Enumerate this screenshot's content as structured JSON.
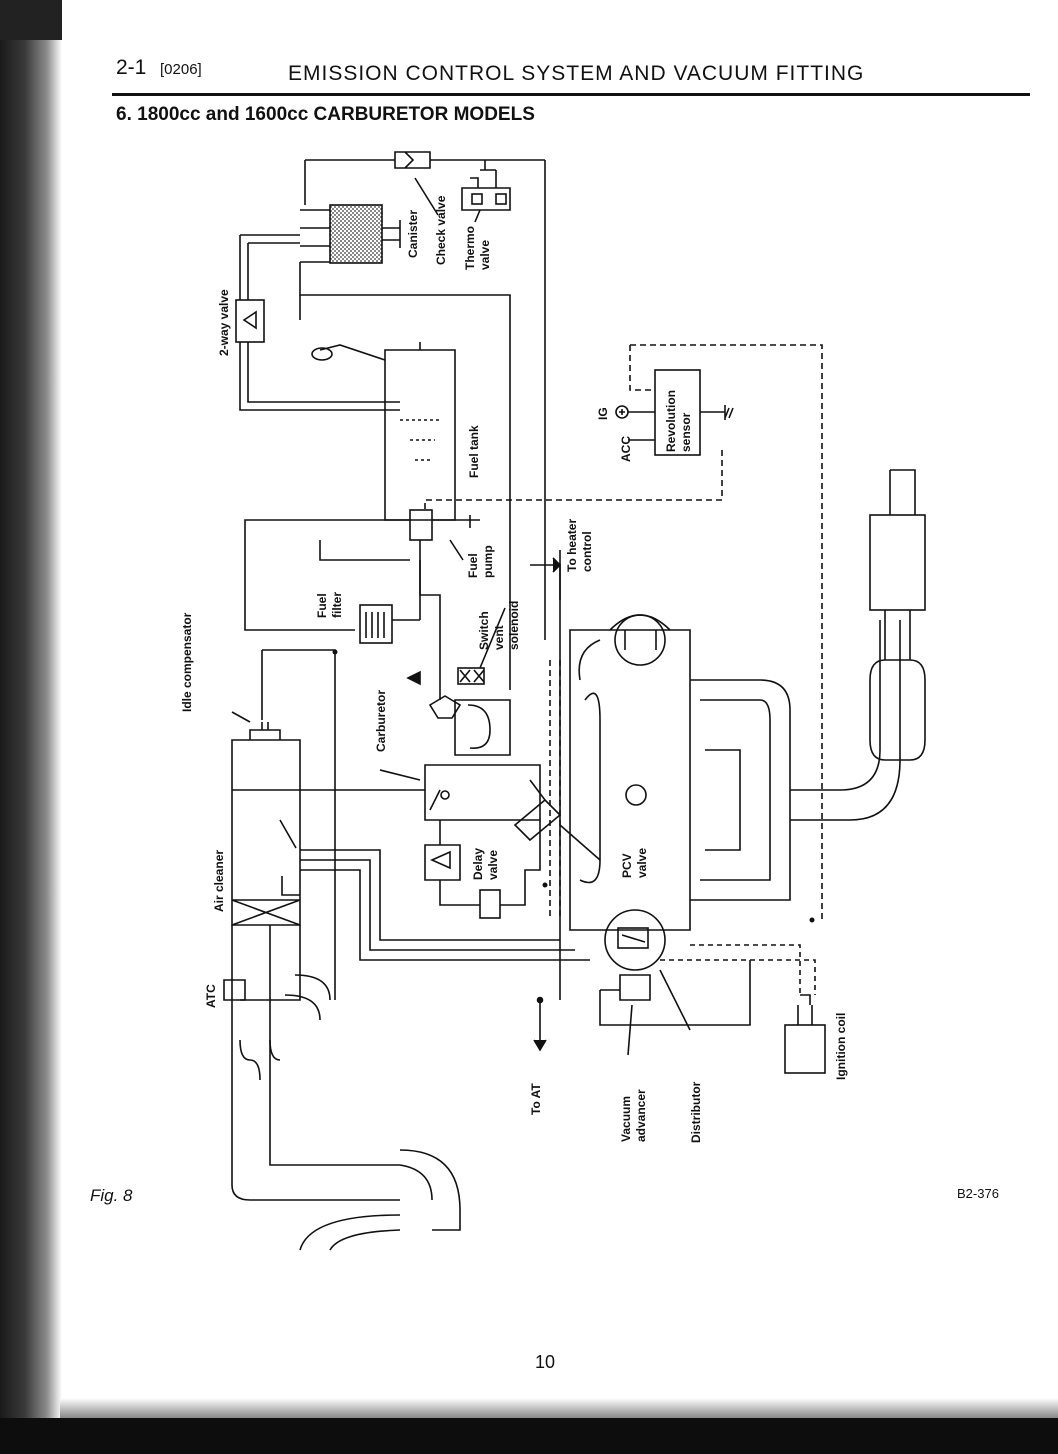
{
  "header": {
    "section": "2-1",
    "code": "[0206]",
    "title": "EMISSION CONTROL SYSTEM AND VACUUM FITTING"
  },
  "subtitle": "6. 1800cc and 1600cc CARBURETOR MODELS",
  "labels": {
    "canister": "Canister",
    "check_valve": "Check valve",
    "thermo_valve_1": "Thermo",
    "thermo_valve_2": "valve",
    "two_way_valve": "2-way valve",
    "fuel_tank": "Fuel tank",
    "fuel_pump_1": "Fuel",
    "fuel_pump_2": "pump",
    "fuel_filter_1": "Fuel",
    "fuel_filter_2": "filter",
    "switch_vent_1": "Switch",
    "switch_vent_2": "vent",
    "switch_vent_3": "solenoid",
    "to_heater_1": "To heater",
    "to_heater_2": "control",
    "idle_compensator": "Idle compensator",
    "carburetor": "Carburetor",
    "air_cleaner": "Air cleaner",
    "atc": "ATC",
    "delay_valve_1": "Delay",
    "delay_valve_2": "valve",
    "pcv_valve_1": "PCV",
    "pcv_valve_2": "valve",
    "to_at": "To AT",
    "vacuum_advancer_1": "Vacuum",
    "vacuum_advancer_2": "advancer",
    "distributor": "Distributor",
    "ignition_coil": "Ignition coil",
    "ig": "IG",
    "acc": "ACC",
    "revolution_sensor_1": "Revolution",
    "revolution_sensor_2": "sensor"
  },
  "figure": "Fig. 8",
  "figure_code": "B2-376",
  "page_number": "10"
}
